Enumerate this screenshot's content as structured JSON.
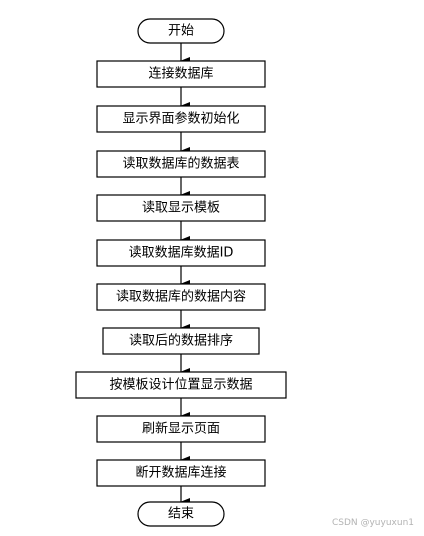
{
  "flowchart": {
    "start": "开始",
    "steps": [
      "连接数据库",
      "显示界面参数初始化",
      "读取数据库的数据表",
      "读取显示模板",
      "读取数据库数据ID",
      "读取数据库的数据内容",
      "读取后的数据排序",
      "按模板设计位置显示数据",
      "刷新显示页面",
      "断开数据库连接"
    ],
    "end": "结束"
  },
  "watermark": "CSDN @yuyuxun1",
  "colors": {
    "stroke": "#000000",
    "fill": "#ffffff",
    "watermark": "#b3b3b3"
  }
}
